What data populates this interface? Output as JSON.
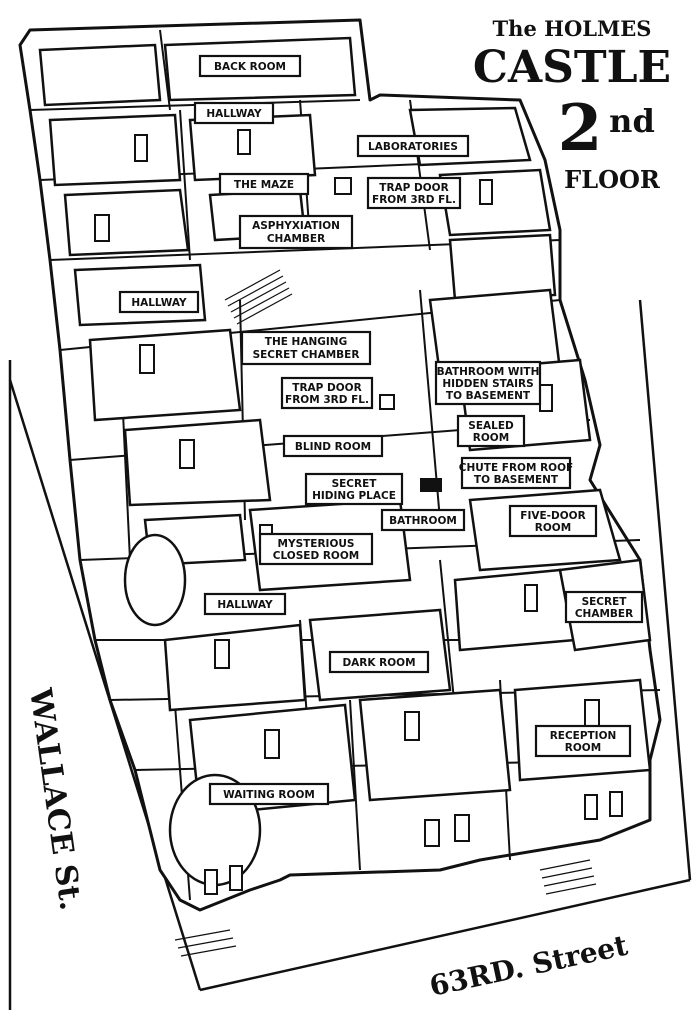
{
  "title": {
    "line1": "The HOLMES",
    "line2": "CASTLE",
    "line3_number": "2",
    "line3_suffix": "nd",
    "line4": "FLOOR"
  },
  "streets": {
    "side": "WALLACE St.",
    "front": "63RD. Street"
  },
  "rooms": {
    "back_room": "BACK ROOM",
    "hallway_top": "HALLWAY",
    "laboratories": "LABORATORIES",
    "the_maze": "THE MAZE",
    "trap_door_1": [
      "TRAP DOOR",
      "FROM 3RD FL."
    ],
    "asphyxiation": [
      "ASPHYXIATION",
      "CHAMBER"
    ],
    "hallway_mid": "HALLWAY",
    "hanging": [
      "THE HANGING",
      "SECRET CHAMBER"
    ],
    "bathroom_hidden": [
      "BATHROOM WITH",
      "HIDDEN STAIRS",
      "TO BASEMENT"
    ],
    "trap_door_2": [
      "TRAP DOOR",
      "FROM 3RD FL."
    ],
    "sealed_room": [
      "SEALED",
      "ROOM"
    ],
    "blind_room": "BLIND ROOM",
    "chute": [
      "CHUTE FROM ROOF",
      "TO BASEMENT"
    ],
    "secret_hiding": [
      "SECRET",
      "HIDING PLACE"
    ],
    "bathroom": "BATHROOM",
    "five_door": [
      "FIVE-DOOR",
      "ROOM"
    ],
    "mysterious": [
      "MYSTERIOUS",
      "CLOSED ROOM"
    ],
    "hallway_low": "HALLWAY",
    "secret_chamber": [
      "SECRET",
      "CHAMBER"
    ],
    "dark_room": "DARK ROOM",
    "reception": [
      "RECEPTION",
      "ROOM"
    ],
    "waiting_room": "WAITING ROOM"
  }
}
